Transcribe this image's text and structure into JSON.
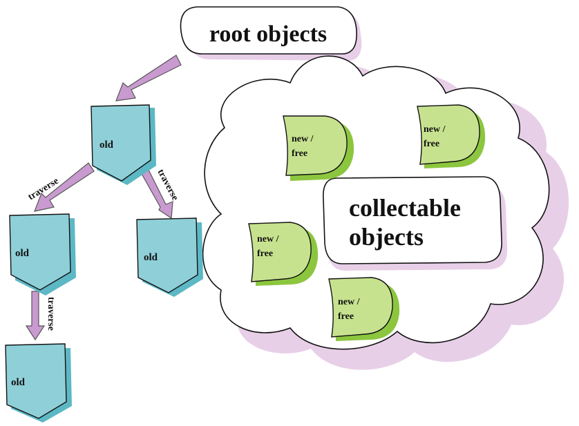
{
  "title": "root objects",
  "collectable_label": {
    "line1": "collectable",
    "line2": "objects"
  },
  "old_nodes": [
    {
      "label": "old"
    },
    {
      "label": "old"
    },
    {
      "label": "old"
    },
    {
      "label": "old"
    }
  ],
  "new_nodes": [
    {
      "line1": "new /",
      "line2": "free"
    },
    {
      "line1": "new /",
      "line2": "free"
    },
    {
      "line1": "new /",
      "line2": "free"
    },
    {
      "line1": "new /",
      "line2": "free"
    }
  ],
  "edges": [
    {
      "label": "traverse"
    },
    {
      "label": "traverse"
    },
    {
      "label": "traverse"
    }
  ],
  "colors": {
    "old_fill": "#8fd0d8",
    "old_shadow": "#5cb8c4",
    "new_fill": "#c7e28f",
    "new_shadow": "#8cc63f",
    "purple": "#c99ad0",
    "purple_dark": "#7a4a82",
    "cloud_shadow": "#e8cfe8"
  }
}
